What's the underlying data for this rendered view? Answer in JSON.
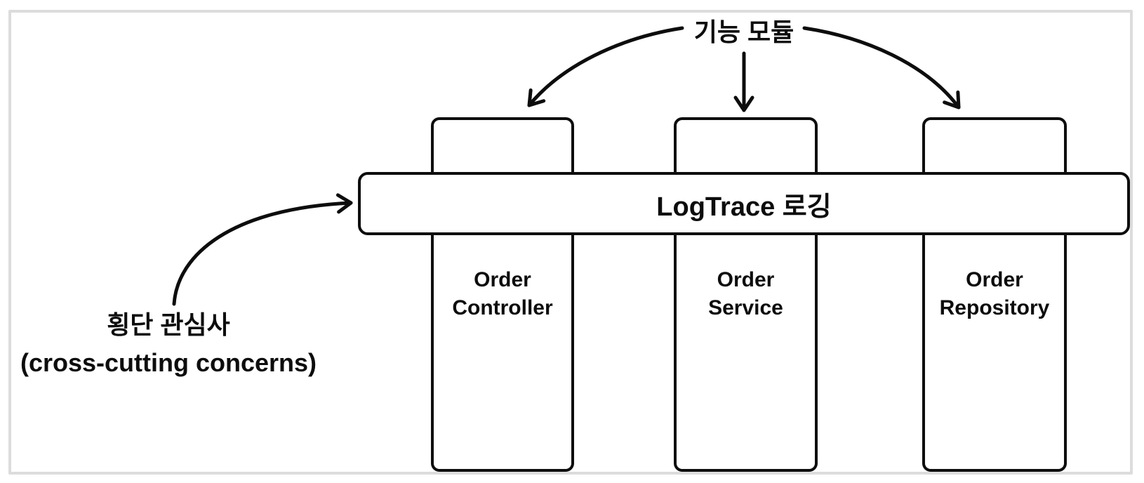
{
  "top_label": {
    "text": "기능 모듈"
  },
  "bar": {
    "label": "LogTrace 로깅"
  },
  "modules": [
    {
      "name": "Order Controller",
      "line1": "Order",
      "line2": "Controller"
    },
    {
      "name": "Order Service",
      "line1": "Order",
      "line2": "Service"
    },
    {
      "name": "Order Repository",
      "line1": "Order",
      "line2": "Repository"
    }
  ],
  "side_label": {
    "line1": "횡단 관심사",
    "line2": "(cross-cutting concerns)"
  },
  "icons": {
    "arrow_left": "curved-arrow-down-left-icon",
    "arrow_middle": "straight-arrow-down-icon",
    "arrow_right": "curved-arrow-down-right-icon",
    "arrow_bar": "curved-arrow-to-bar-icon"
  },
  "colors": {
    "line": "#0d0d0d",
    "frame_border": "#dcdcdc",
    "background": "#ffffff"
  }
}
